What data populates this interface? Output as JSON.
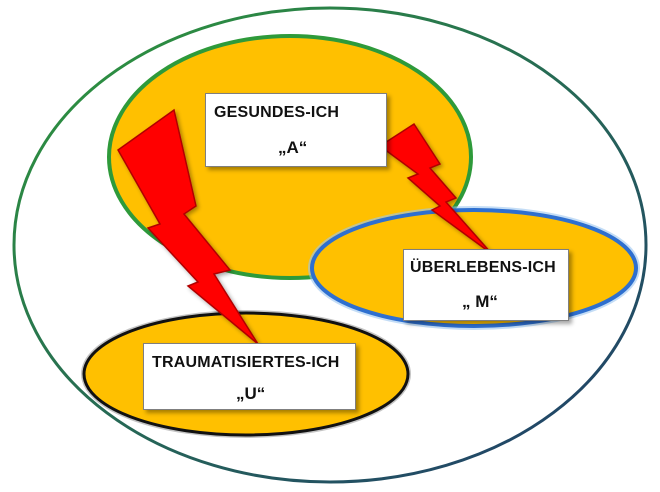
{
  "colors": {
    "outer_fill": "#ffffff",
    "outer_stroke": "#1f3a6e",
    "ellipse_fill": "#ffc000",
    "gesundes_stroke": "#2e9a3a",
    "ueberlebens_stroke": "#2e6fcf",
    "trauma_stroke": "#111111",
    "bolt_fill": "#ff0000"
  },
  "nodes": {
    "gesundes": {
      "title": "GESUNDES-ICH",
      "sub": "„A“"
    },
    "ueberlebens": {
      "title": "ÜBERLEBENS-ICH",
      "sub": "„ M“"
    },
    "trauma": {
      "title": "TRAUMATISIERTES-ICH",
      "sub": "„U“"
    }
  },
  "connectors": [
    {
      "from": "gesundes",
      "to": "trauma",
      "icon": "lightning-bolt-icon"
    },
    {
      "from": "gesundes",
      "to": "ueberlebens",
      "icon": "lightning-bolt-icon"
    }
  ]
}
